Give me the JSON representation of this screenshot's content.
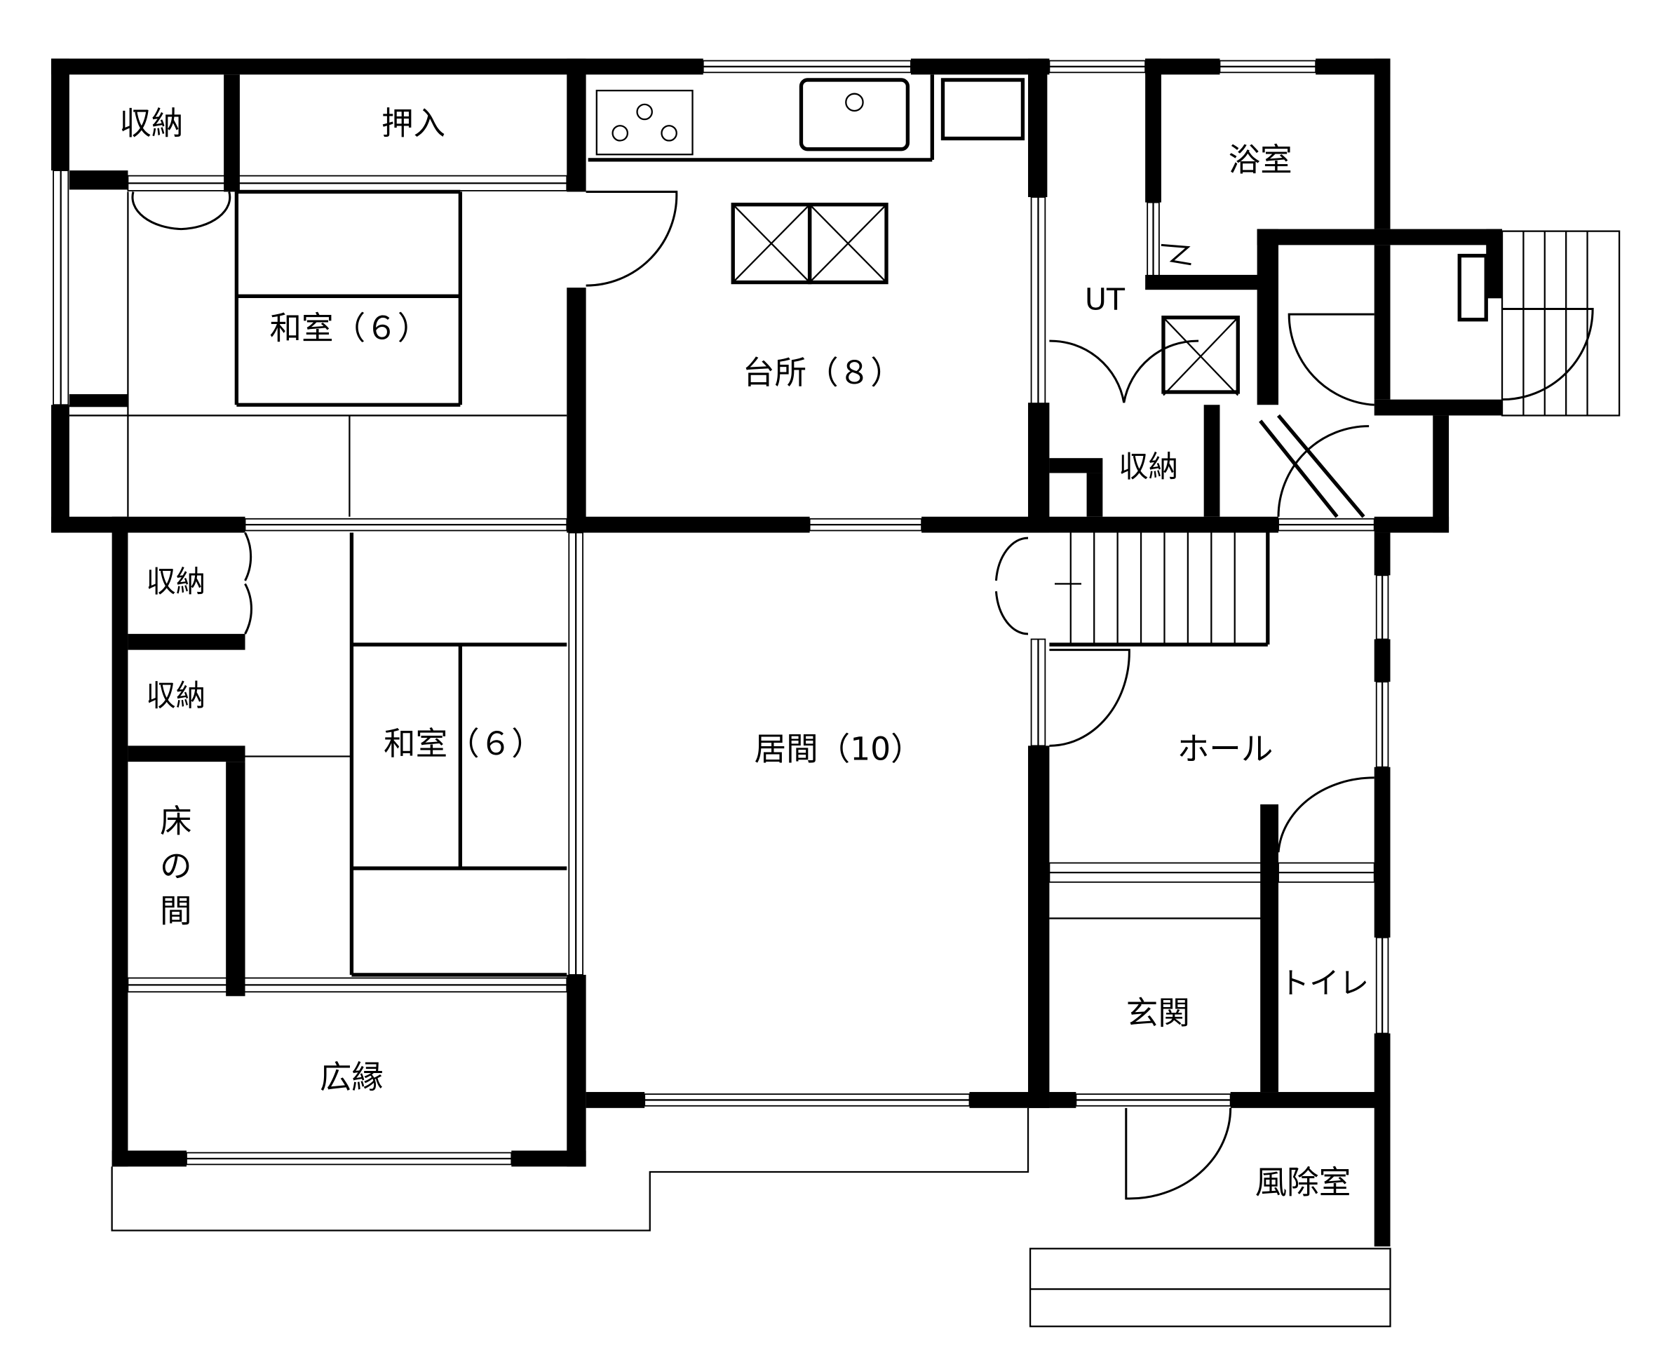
{
  "title": "間取り図",
  "rooms": {
    "storage_top_left": "収納",
    "oshiire": "押入",
    "washitsu_upper": "和室（６）",
    "kitchen": "台所（８）",
    "bathroom": "浴室",
    "utility": "UT",
    "storage_utility": "収納",
    "storage_left_1": "収納",
    "storage_left_2": "収納",
    "tokonoma": [
      "床",
      "の",
      "間"
    ],
    "washitsu_lower": "和室（６）",
    "living": "居間（10）",
    "hall": "ホール",
    "toilet": "トイレ",
    "entrance": "玄関",
    "veranda": "広縁",
    "windbreak_room": "風除室"
  },
  "colors": {
    "line": "#000000",
    "background": "#ffffff"
  }
}
